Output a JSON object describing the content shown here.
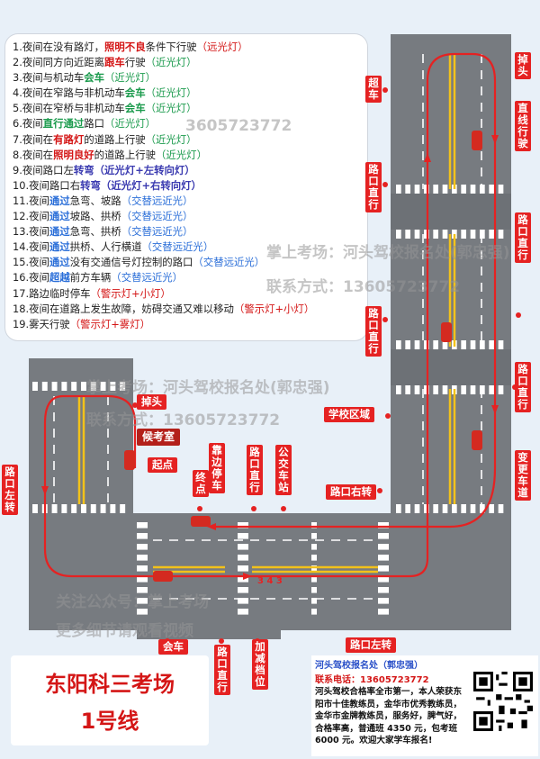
{
  "rules": [
    {
      "n": "1.",
      "parts": [
        [
          "夜间在没有路灯，",
          ""
        ],
        [
          "照明不良",
          "k"
        ],
        [
          "条件下行驶",
          ""
        ],
        [
          "（远光灯）",
          "hl"
        ]
      ]
    },
    {
      "n": "2.",
      "parts": [
        [
          "夜间同方向近距离",
          ""
        ],
        [
          "跟车",
          "k"
        ],
        [
          "行驶",
          ""
        ],
        [
          "（近光灯）",
          "hg"
        ]
      ]
    },
    {
      "n": "3.",
      "parts": [
        [
          "夜间与机动车",
          ""
        ],
        [
          "会车",
          "g"
        ],
        [
          "（近光灯）",
          "hg"
        ]
      ]
    },
    {
      "n": "4.",
      "parts": [
        [
          "夜间在窄路与非机动车",
          ""
        ],
        [
          "会车",
          "g"
        ],
        [
          "（近光灯）",
          "hg"
        ]
      ]
    },
    {
      "n": "5.",
      "parts": [
        [
          "夜间在窄桥与非机动车",
          ""
        ],
        [
          "会车",
          "g"
        ],
        [
          "（近光灯）",
          "hg"
        ]
      ]
    },
    {
      "n": "6.",
      "parts": [
        [
          "夜间",
          ""
        ],
        [
          "直行通过",
          "g"
        ],
        [
          "路口",
          ""
        ],
        [
          "（近光灯）",
          "hg"
        ]
      ]
    },
    {
      "n": "7.",
      "parts": [
        [
          "夜间在",
          ""
        ],
        [
          "有路灯",
          "k"
        ],
        [
          "的道路上行驶",
          ""
        ],
        [
          "（近光灯）",
          "hg"
        ]
      ]
    },
    {
      "n": "8.",
      "parts": [
        [
          "夜间在",
          ""
        ],
        [
          "照明良好",
          "k"
        ],
        [
          "的道路上行驶",
          ""
        ],
        [
          "（近光灯）",
          "hg"
        ]
      ]
    },
    {
      "n": "9.",
      "parts": [
        [
          "夜间路口左",
          ""
        ],
        [
          "转弯",
          "b"
        ],
        [
          "（近光灯+左转向灯）",
          "b2"
        ]
      ]
    },
    {
      "n": "10.",
      "parts": [
        [
          "夜间路口右",
          ""
        ],
        [
          "转弯",
          "b"
        ],
        [
          "（近光灯+右转向灯）",
          "b2"
        ]
      ]
    },
    {
      "n": "11.",
      "parts": [
        [
          "夜间",
          ""
        ],
        [
          "通过",
          "hbb"
        ],
        [
          "急弯、坡路",
          ""
        ],
        [
          "（交替远近光）",
          "hb"
        ]
      ]
    },
    {
      "n": "12.",
      "parts": [
        [
          "夜间",
          ""
        ],
        [
          "通过",
          "hbb"
        ],
        [
          "坡路、拱桥",
          ""
        ],
        [
          "（交替远近光）",
          "hb"
        ]
      ]
    },
    {
      "n": "13.",
      "parts": [
        [
          "夜间",
          ""
        ],
        [
          "通过",
          "hbb"
        ],
        [
          "急弯、拱桥",
          ""
        ],
        [
          "（交替远近光）",
          "hb"
        ]
      ]
    },
    {
      "n": "14.",
      "parts": [
        [
          "夜间",
          ""
        ],
        [
          "通过",
          "hbb"
        ],
        [
          "拱桥、人行横道",
          ""
        ],
        [
          "（交替远近光）",
          "hb"
        ]
      ]
    },
    {
      "n": "15.",
      "parts": [
        [
          "夜间",
          ""
        ],
        [
          "通过",
          "hbb"
        ],
        [
          "没有交通信号灯控制的路口",
          ""
        ],
        [
          "（交替远近光）",
          "hb"
        ]
      ]
    },
    {
      "n": "16.",
      "parts": [
        [
          "夜间",
          ""
        ],
        [
          "超越",
          "hbb"
        ],
        [
          "前方车辆",
          ""
        ],
        [
          "（交替远近光）",
          "hb"
        ]
      ]
    },
    {
      "n": "17.",
      "parts": [
        [
          "路边临时停车",
          ""
        ],
        [
          "（警示灯+小灯）",
          "hl"
        ]
      ]
    },
    {
      "n": "18.",
      "parts": [
        [
          "夜间在道路上发生故障，妨碍交通又难以移动",
          ""
        ],
        [
          "（警示灯+小灯）",
          "hl"
        ]
      ]
    },
    {
      "n": "19.",
      "parts": [
        [
          "雾天行驶",
          ""
        ],
        [
          "（警示灯+雾灯）",
          "hl"
        ]
      ]
    }
  ],
  "labels": {
    "diaotou": "掉头",
    "chaoche": "超车",
    "zhixing_xingshi": "直线行驶",
    "lukou_zhixing": "路口直行",
    "xuexiao": "学校区域",
    "biangeng": "变更车道",
    "lukou_youzhuan": "路口右转",
    "lukou_zuozhuan": "路口左转",
    "houkaoshi": "候考室",
    "qidian": "起点",
    "zhongdian": "终点",
    "kaobian": "靠边停车",
    "gongjiao": "公交车站",
    "huiche": "会车",
    "jiajian": "加减档位",
    "lane_numbers": "3 4 3"
  },
  "watermarks": {
    "line1": "掌上考场：河头驾校报名处(郭忠强)",
    "line2": "联系方式：13605723772",
    "line3": "关注公众号：掌上考场",
    "line4": "更多细节请观看视频",
    "line5": "3605723772"
  },
  "title": {
    "line1": "东阳科三考场",
    "line2": "1号线"
  },
  "ad": {
    "heading": "河头驾校报名处（郭忠强）",
    "phone": "联系电话：13605723772",
    "body": "河头驾校合格率全市第一，本人荣获东阳市十佳教练员，金华市优秀教练员，金华市金牌教练员，服务好，脾气好，合格率高，普通班 4350 元，包考班 6000 元。欢迎大家学车报名!"
  },
  "colors": {
    "road": "#777b80",
    "arrow": "#e52222",
    "lane_yellow": "#f2c21a",
    "background": "#e8f0f8",
    "tag": "#e52222"
  }
}
